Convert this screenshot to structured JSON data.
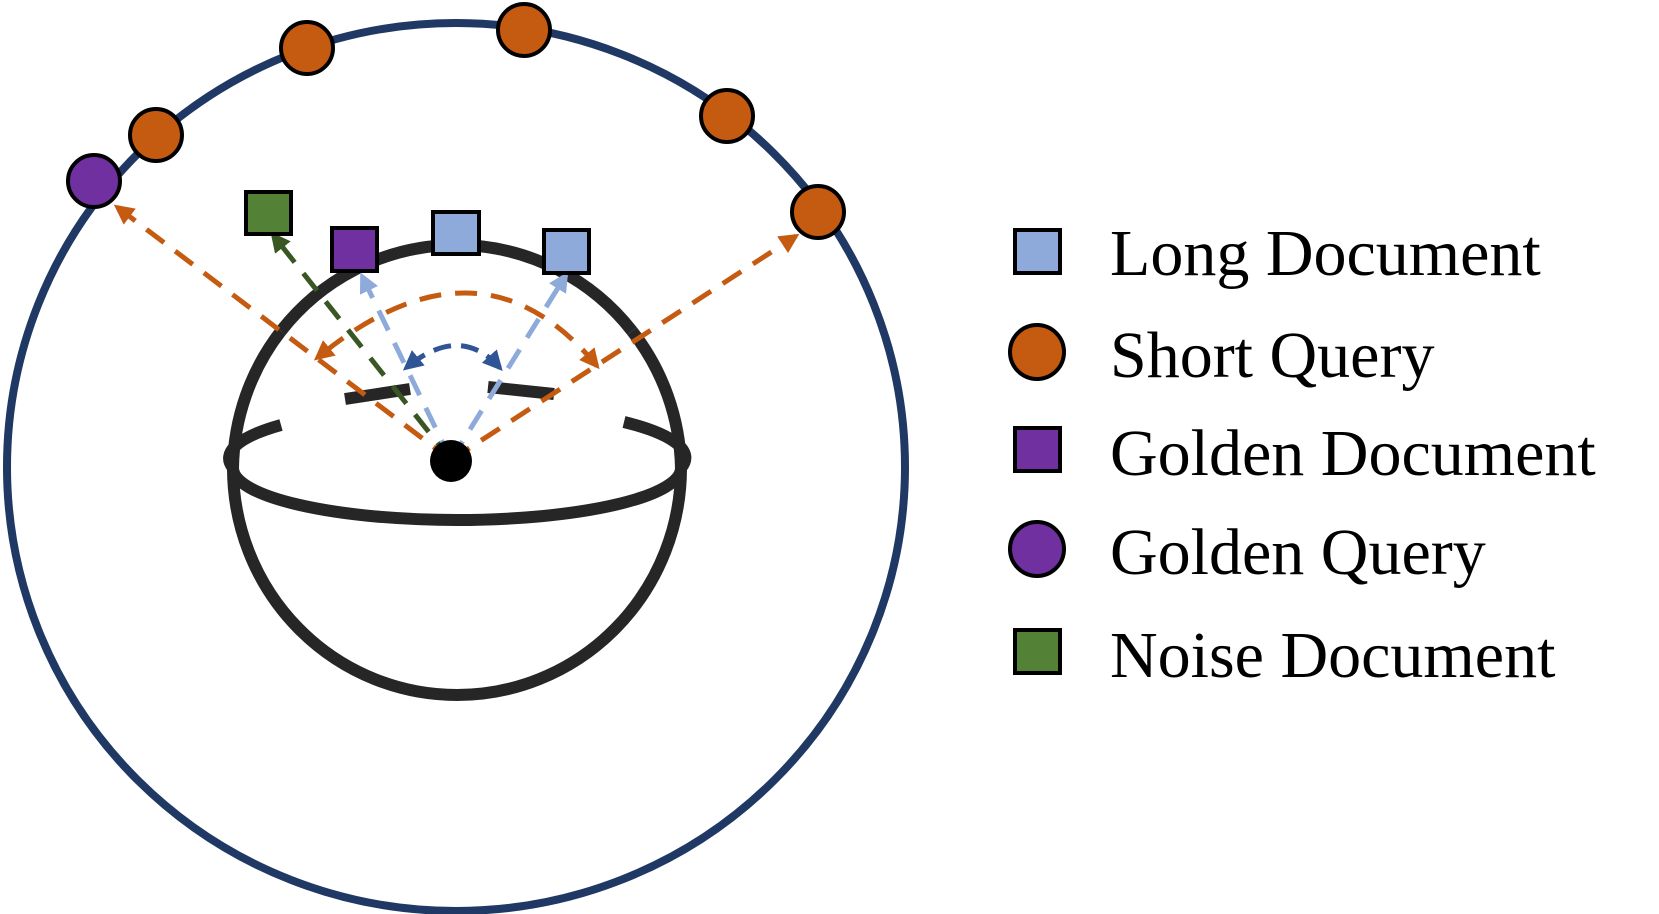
{
  "legend": {
    "items": [
      {
        "shape": "square",
        "color": "#8eaadb",
        "label": "Long Document"
      },
      {
        "shape": "circle",
        "color": "#c55a11",
        "label": "Short Query"
      },
      {
        "shape": "square",
        "color": "#7030a0",
        "label": "Golden Document"
      },
      {
        "shape": "circle",
        "color": "#7030a0",
        "label": "Golden Query"
      },
      {
        "shape": "square",
        "color": "#538135",
        "label": "Noise Document"
      }
    ]
  },
  "colors": {
    "outer_ring": "#1f3864",
    "inner_sphere": "#262626",
    "short_query": "#c55a11",
    "golden_query": "#7030a0",
    "long_document": "#8eaadb",
    "golden_document": "#7030a0",
    "noise_document": "#538135",
    "angle_arrow": "#2f5597"
  }
}
